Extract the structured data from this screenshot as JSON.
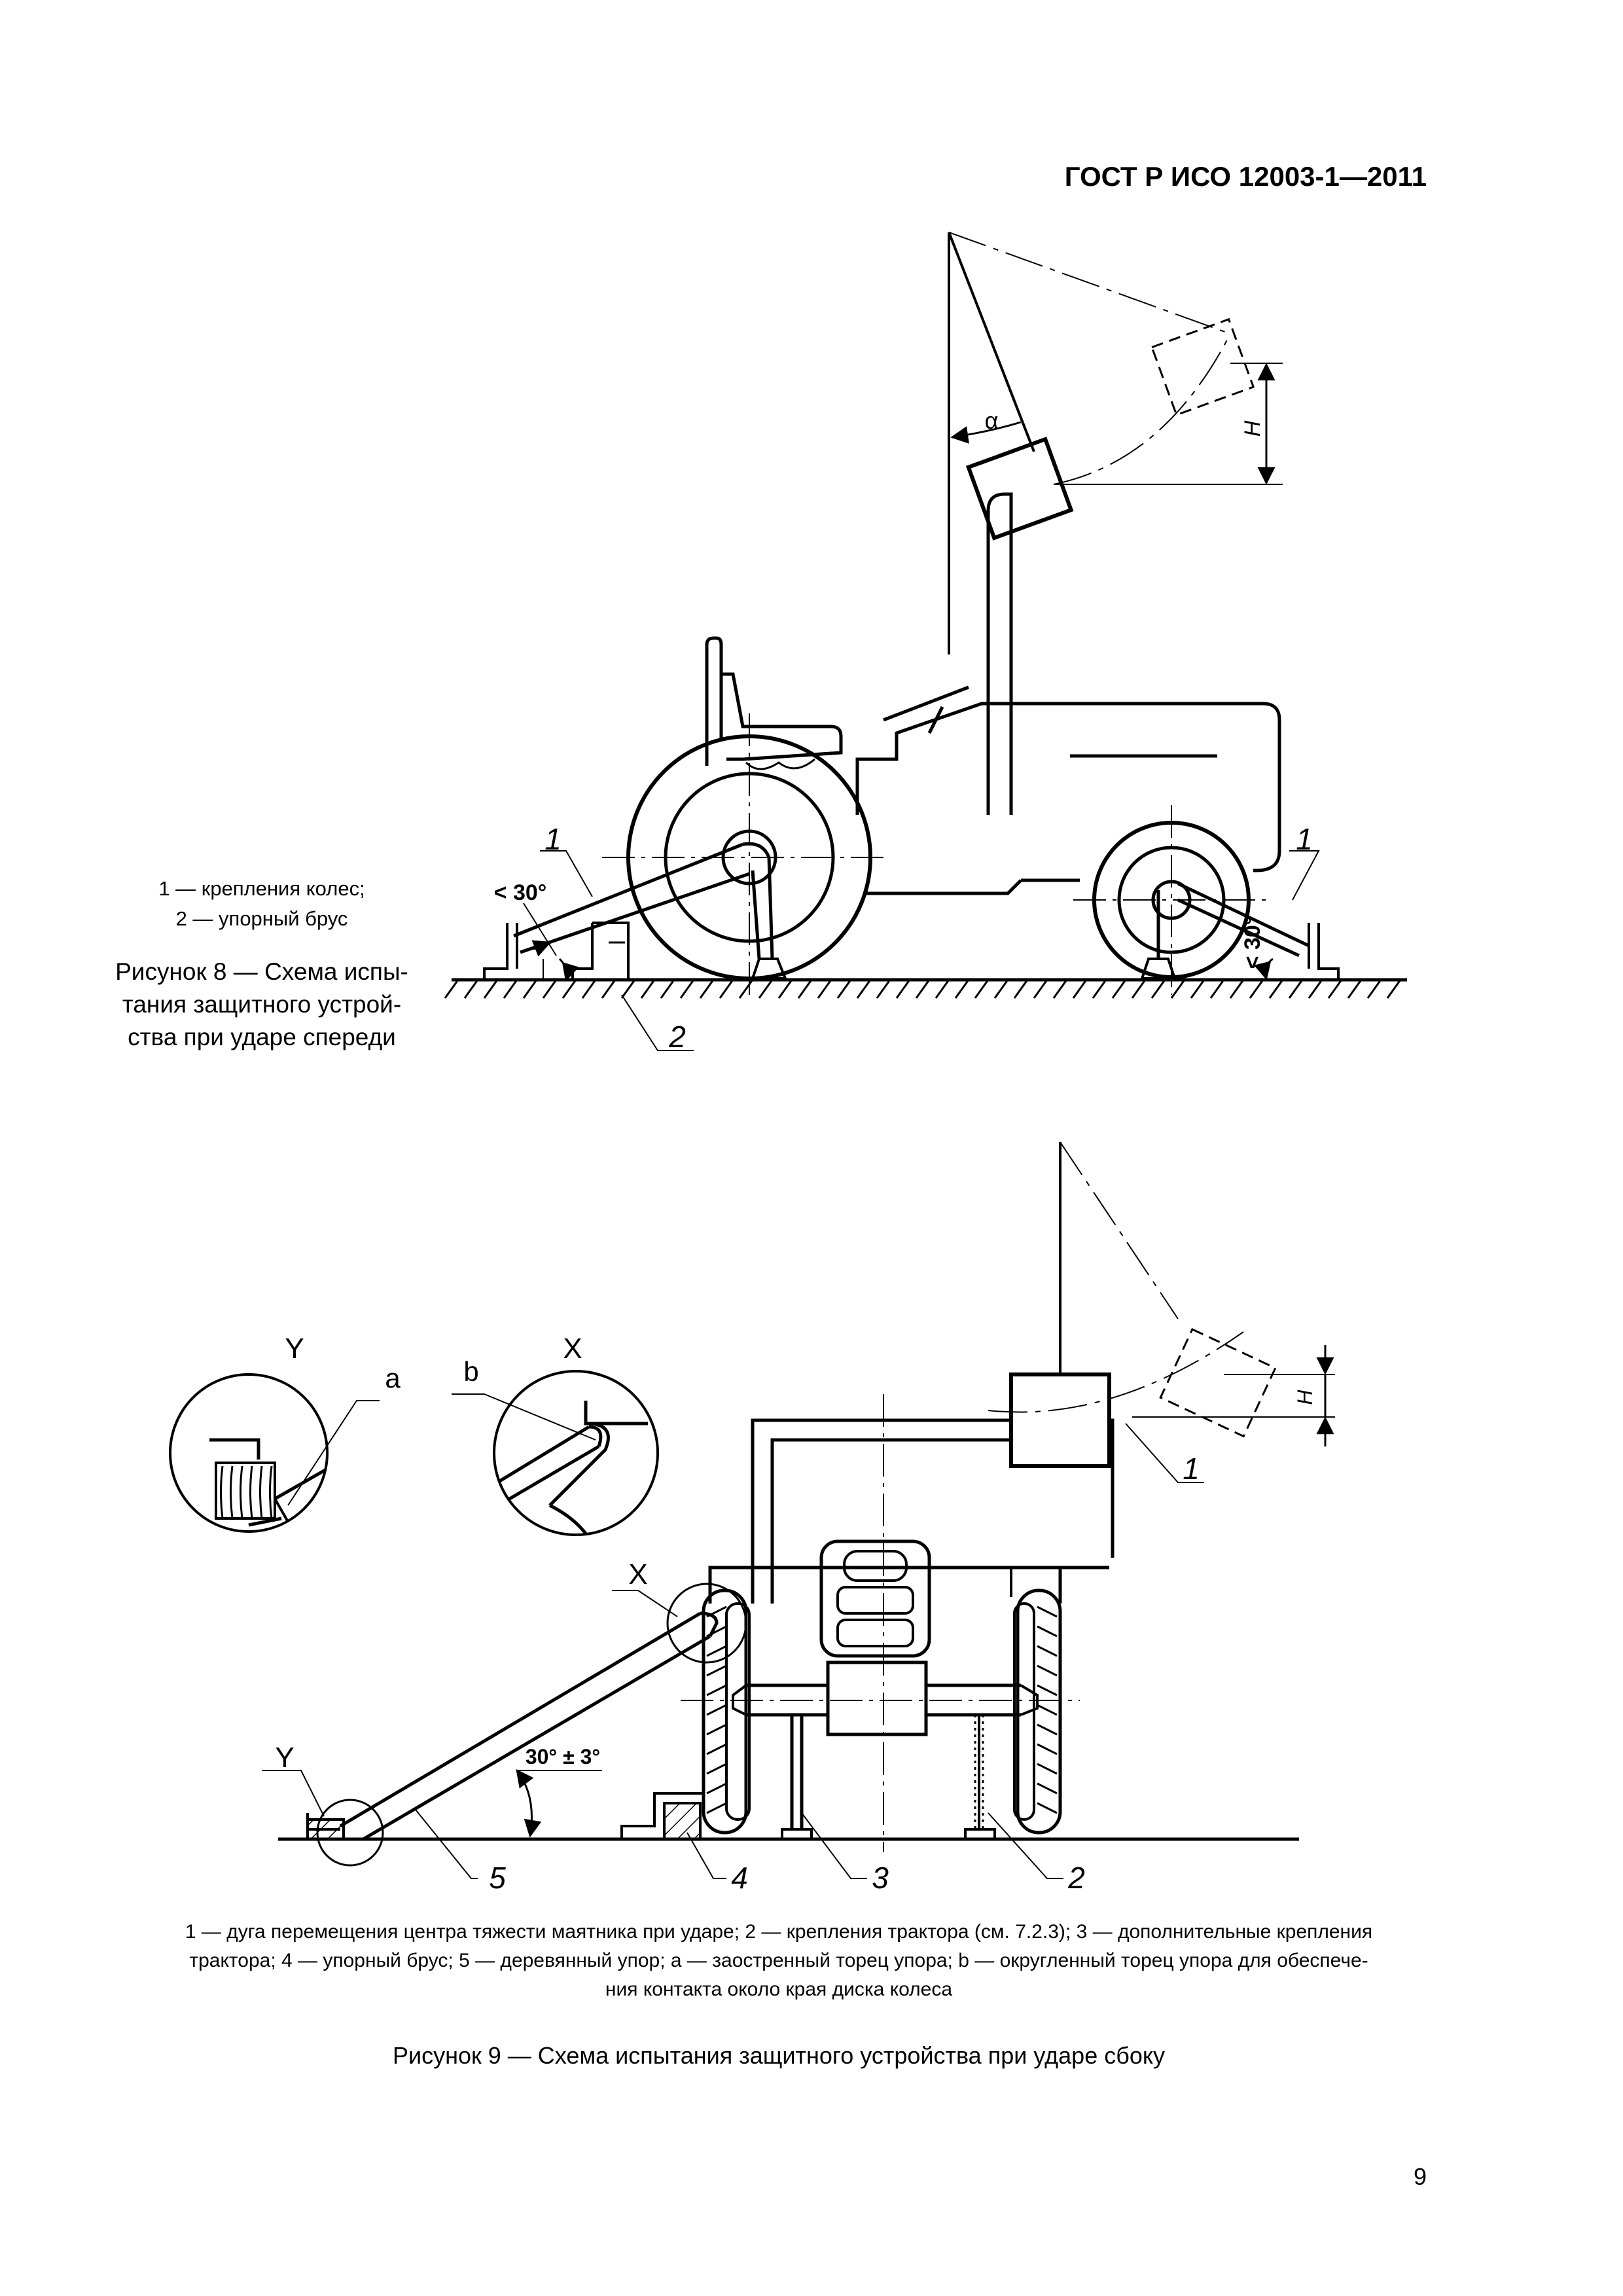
{
  "header": {
    "title": "ГОСТ Р ИСО 12003-1—2011"
  },
  "figure8": {
    "legend_lines": [
      "1 — крепления колес;",
      "2 — упорный брус"
    ],
    "caption_lines": [
      "Рисунок 8 — Схема испы-",
      "тания защитного устрой-",
      "ства при ударе спереди"
    ],
    "labels": {
      "alpha": "α",
      "h": "H",
      "angle_left": "< 30°",
      "angle_right": "< 30°",
      "n1_left": "1",
      "n1_right": "1",
      "n2": "2"
    }
  },
  "figure9": {
    "labels": {
      "Y": "Y",
      "X": "X",
      "a": "a",
      "b": "b",
      "X2": "X",
      "Y2": "Y",
      "h": "H",
      "n1": "1",
      "angle": "30° ± 3°",
      "n2": "2",
      "n3": "3",
      "n4": "4",
      "n5": "5"
    },
    "legend_lines": [
      "1 — дуга перемещения центра тяжести маятника при ударе; 2 — крепления трактора (см. 7.2.3); 3 — дополнительные крепления",
      "трактора; 4 — упорный брус; 5 — деревянный упор; а — заостренный торец упора; b — округленный торец упора для обеспече-",
      "ния контакта около края диска колеса"
    ],
    "caption": "Рисунок 9 — Схема испытания защитного устройства при ударе сбоку"
  },
  "page_number": "9"
}
